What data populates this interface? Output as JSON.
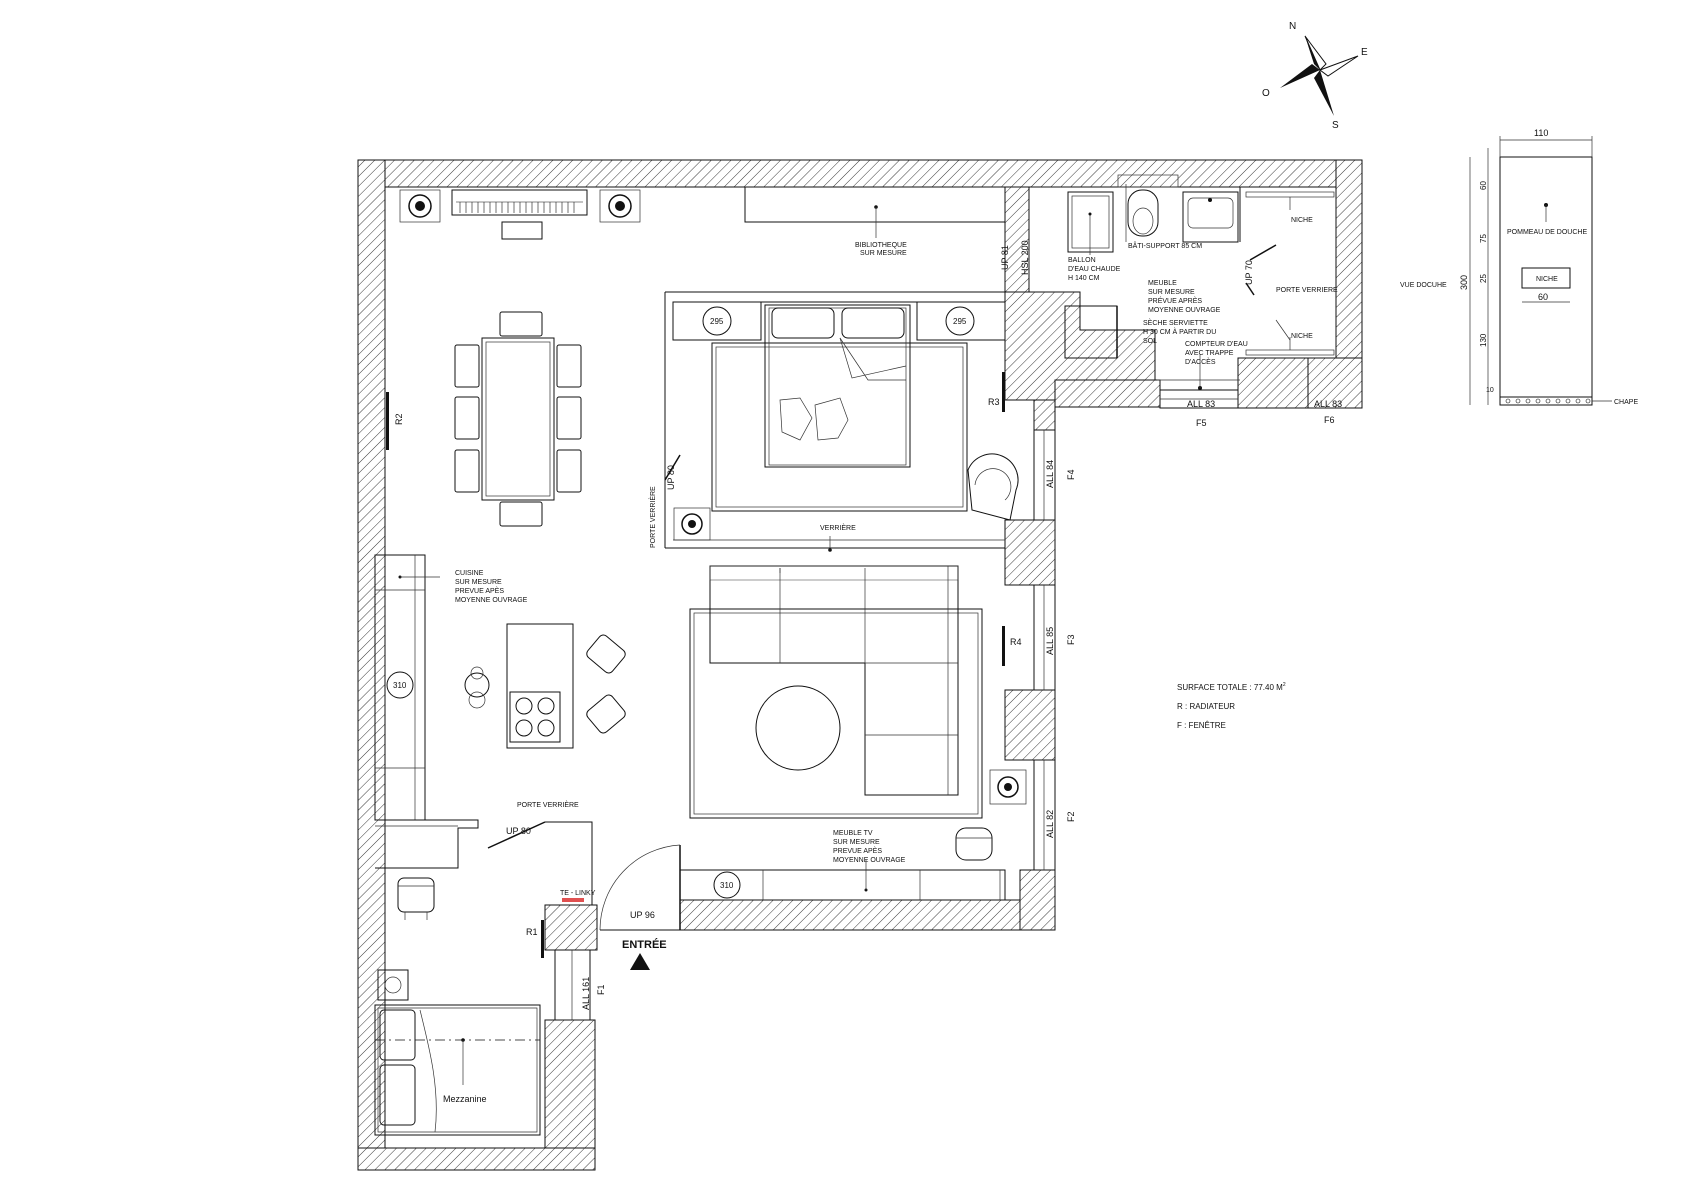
{
  "plan": {
    "compass": {
      "north": "N",
      "east": "E",
      "south": "S",
      "west": "O"
    },
    "labels": {
      "bibliotheque": [
        "BIBLIOTHEQUE",
        "SUR MESURE"
      ],
      "ballon": [
        "BALLON",
        "D'EAU CHAUDE",
        "H 140 CM"
      ],
      "bati_support": "BÂTI-SUPPORT 85 CM",
      "meuble_sdb": [
        "MEUBLE",
        "SUR MESURE",
        "PRÉVUE APRÈS",
        "MOYENNE OUVRAGE"
      ],
      "seche_serviette": [
        "SÈCHE SERVIETTE",
        "H 30 CM À PARTIR DU",
        "SOL"
      ],
      "compteur": [
        "COMPTEUR D'EAU",
        "AVEC TRAPPE",
        "D'ACCÈS"
      ],
      "niche_top": "NICHE",
      "niche_bottom": "NICHE",
      "porte_verriere_sdb": "PORTE VERRIERE",
      "cuisine": [
        "CUISINE",
        "SUR MESURE",
        "PREVUE APÈS",
        "MOYENNE OUVRAGE"
      ],
      "verriere": "VERRIÈRE",
      "porte_verriere_chambre": "PORTE VERRIÈRE",
      "porte_verriere_entree": "PORTE VERRIÈRE",
      "meuble_tv": [
        "MEUBLE TV",
        "SUR MESURE",
        "PREVUE APÈS",
        "MOYENNE OUVRAGE"
      ],
      "te_linky": "TE - LINKY",
      "entree": "ENTRÉE",
      "mezzanine": "Mezzanine"
    },
    "dimensions": {
      "up81": "UP 81",
      "hsl200": "HSL 200",
      "up70": "UP 70",
      "up80_chambre": "UP 80",
      "up80_entree": "UP 80",
      "up96": "UP 96",
      "all83_f5": "ALL 83",
      "all83_f6": "ALL 83",
      "all84": "ALL 84",
      "all85": "ALL 85",
      "all82": "ALL 82",
      "all161": "ALL 161",
      "h295_left": "295",
      "h295_right": "295",
      "h310_kitchen": "310",
      "h310_tv": "310"
    },
    "radiators": {
      "r1": "R1",
      "r2": "R2",
      "r3": "R3",
      "r4": "R4"
    },
    "windows": {
      "f1": "F1",
      "f2": "F2",
      "f3": "F3",
      "f4": "F4",
      "f5": "F5",
      "f6": "F6"
    },
    "legend": {
      "surface": "SURFACE TOTALE : 77.40 M",
      "surface_sup": "2",
      "radiateur": "R : RADIATEUR",
      "fenetre": "F : FENÊTRE"
    },
    "shower_view": {
      "title": "VUE DOCUHE",
      "width": "110",
      "height_total": "300",
      "h60": "60",
      "h75": "75",
      "h25": "25",
      "h130": "130",
      "h10": "10",
      "niche_width": "60",
      "pommeau": "POMMEAU DE DOUCHE",
      "niche": "NICHE",
      "chape": "CHAPE"
    },
    "colors": {
      "linky_marker": "#e05050",
      "line": "#111111"
    }
  }
}
